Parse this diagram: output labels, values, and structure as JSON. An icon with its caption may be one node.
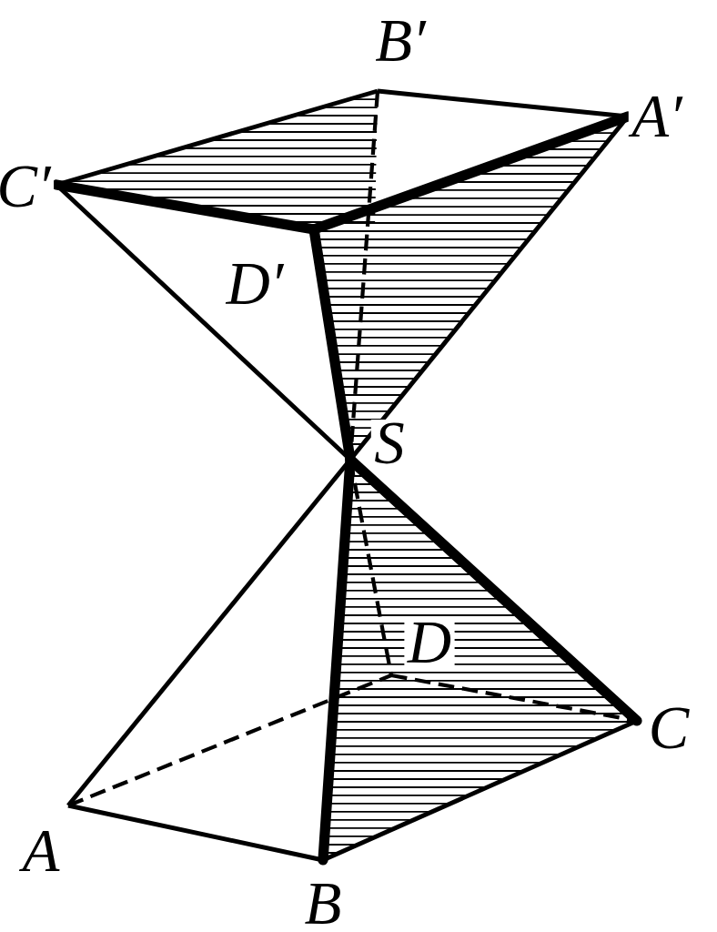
{
  "diagram": {
    "labels": [
      "B′",
      "A′",
      "C′",
      "D′",
      "S",
      "D",
      "C",
      "A",
      "B"
    ]
  }
}
